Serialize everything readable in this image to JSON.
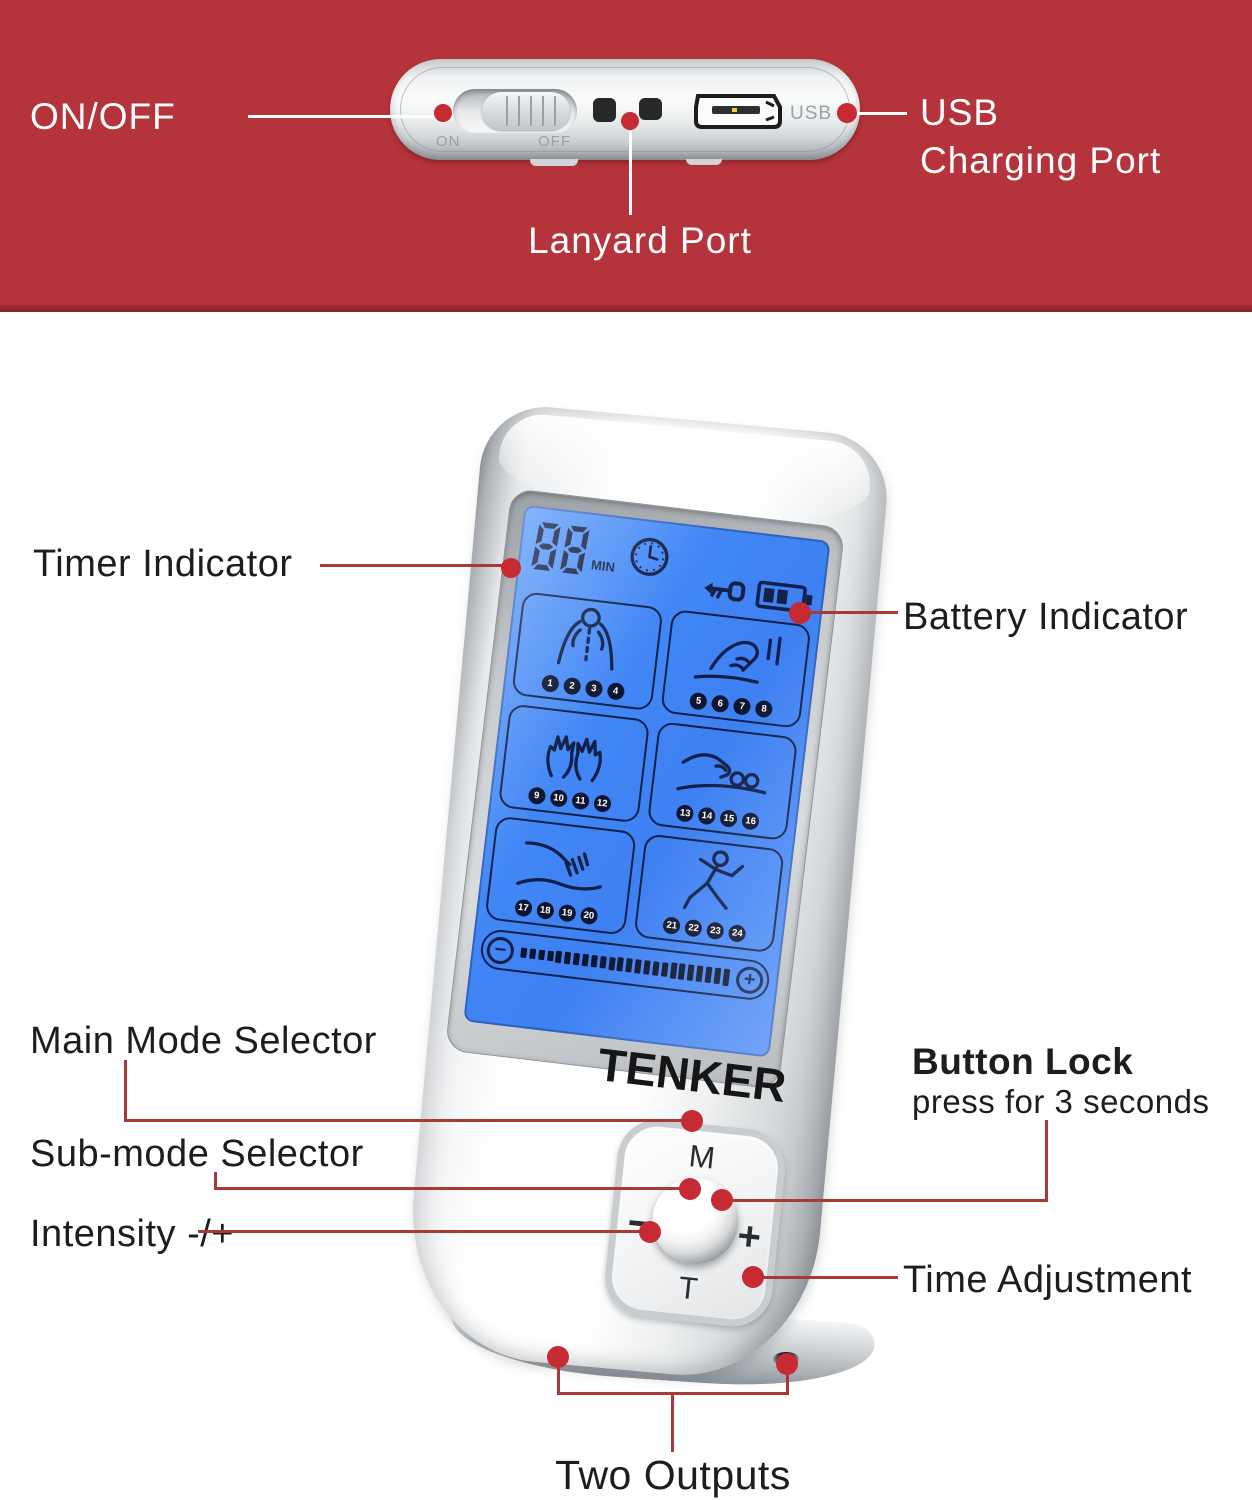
{
  "colors": {
    "header_red": "#b5333a",
    "callout_line_red": "#a83936",
    "callout_dot_red": "#c62a33",
    "screen_blue": "#4287f6",
    "lcd_ink": "#10204a"
  },
  "header": {
    "callout_on_off": "ON/OFF",
    "callout_usb_line1": "USB",
    "callout_usb_line2": "Charging Port",
    "callout_lanyard": "Lanyard Port",
    "device_top": {
      "on_label": "ON",
      "off_label": "OFF",
      "usb_label": "USB"
    }
  },
  "callouts": {
    "timer": "Timer Indicator",
    "battery": "Battery Indicator",
    "main_mode": "Main Mode Selector",
    "sub_mode": "Sub-mode Selector",
    "intensity": "Intensity -/+",
    "button_lock_title": "Button Lock",
    "button_lock_sub": "press for 3 seconds",
    "time_adjustment": "Time Adjustment",
    "two_outputs": "Two Outputs"
  },
  "device": {
    "brand": "TENKER",
    "screen": {
      "timer_value": "88",
      "timer_unit": "MIN",
      "status_icons": [
        "clock-icon",
        "key-lock-icon",
        "battery-icon"
      ],
      "battery_bars_filled": 2,
      "mode_groups": [
        {
          "icon": "back-massage",
          "numbers": [
            "1",
            "2",
            "3",
            "4"
          ]
        },
        {
          "icon": "kneading-hand",
          "numbers": [
            "5",
            "6",
            "7",
            "8"
          ]
        },
        {
          "icon": "tapping-hands",
          "numbers": [
            "9",
            "10",
            "11",
            "12"
          ]
        },
        {
          "icon": "stone-massage",
          "numbers": [
            "13",
            "14",
            "15",
            "16"
          ]
        },
        {
          "icon": "scraping-hand",
          "numbers": [
            "17",
            "18",
            "19",
            "20"
          ]
        },
        {
          "icon": "exercise-figure",
          "numbers": [
            "21",
            "22",
            "23",
            "24"
          ]
        }
      ],
      "intensity": {
        "minus": "−",
        "plus": "+",
        "segments": 24
      }
    },
    "keypad": {
      "mode": "M",
      "minus": "−",
      "plus": "+",
      "time": "T"
    }
  }
}
